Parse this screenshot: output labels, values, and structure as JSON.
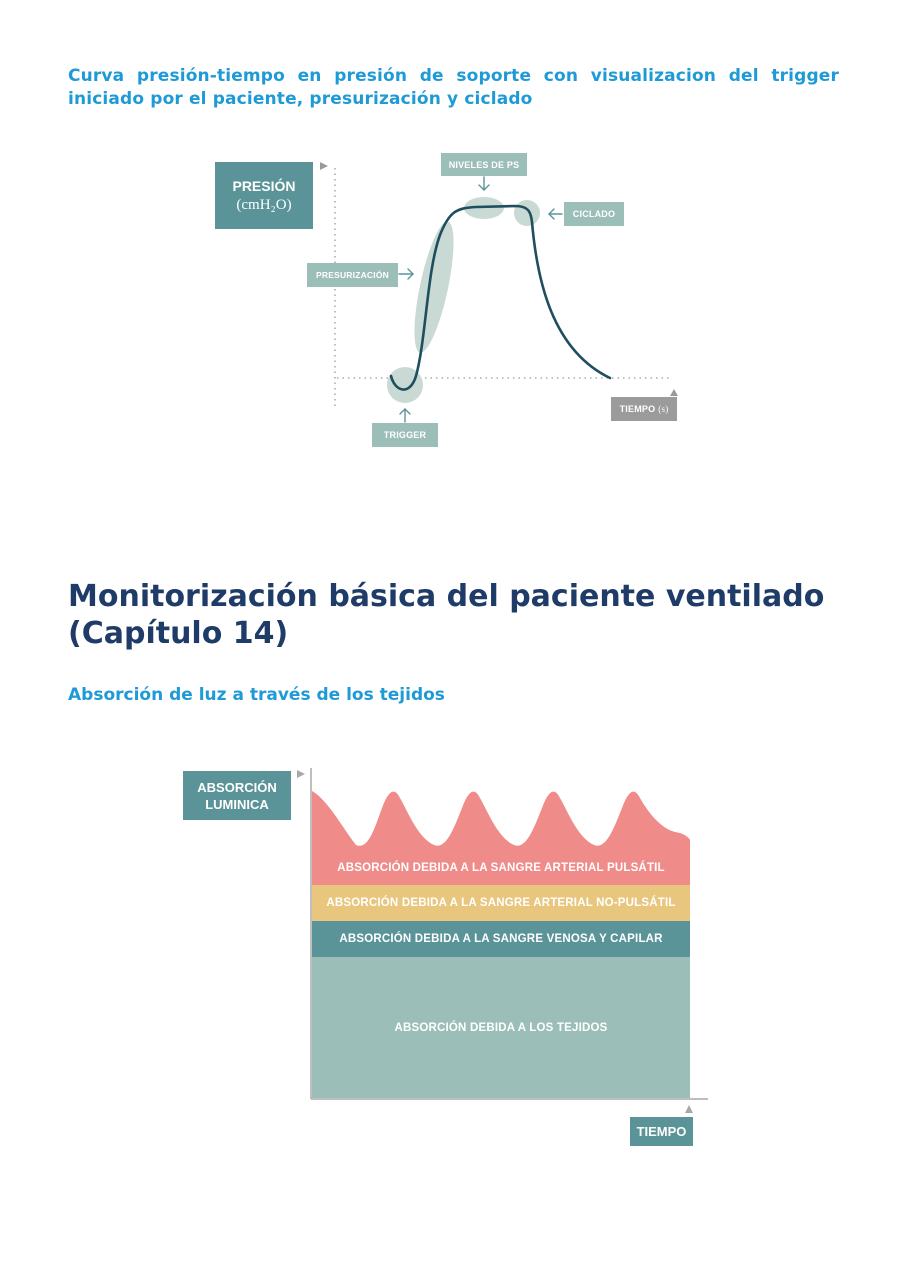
{
  "section1": {
    "caption_line1": "Curva presión-tiempo en presión de soporte con visualizacion del trigger",
    "caption_line2": "iniciado por el paciente, presurización y ciclado"
  },
  "diagram1": {
    "y_axis_label": "PRESIÓN",
    "y_axis_unit": "(cmH₂O)",
    "x_axis_label": "TIEMPO",
    "x_axis_unit": "(s)",
    "annotations": {
      "niveles": "NIVELES DE PS",
      "ciclado": "CICLADO",
      "presurizacion": "PRESURIZACIÓN",
      "trigger": "TRIGGER"
    },
    "colors": {
      "curve": "#1f4e5f",
      "highlight": "#c9d9d3",
      "label_bg": "#9bbfb8",
      "axis_box": "#5b9498",
      "time_box": "#9b9b9b"
    }
  },
  "section2": {
    "title_line1": "Monitorización básica del paciente ventilado",
    "title_line2": "(Capítulo 14)",
    "subtitle": "Absorción de luz a través de los tejidos"
  },
  "diagram2": {
    "y_axis_label_line1": "ABSORCIÓN",
    "y_axis_label_line2": "LUMINICA",
    "x_axis_label": "TIEMPO",
    "bands": [
      {
        "label": "ABSORCIÓN DEBIDA A LA SANGRE ARTERIAL PULSÁTIL",
        "color": "#ef8b89"
      },
      {
        "label": "ABSORCIÓN DEBIDA A LA SANGRE ARTERIAL NO-PULSÁTIL",
        "color": "#e8c67e"
      },
      {
        "label": "ABSORCIÓN DEBIDA A LA SANGRE VENOSA Y CAPILAR",
        "color": "#5b9498"
      },
      {
        "label": "ABSORCIÓN DEBIDA A LOS TEJIDOS",
        "color": "#9bbfb8"
      }
    ]
  }
}
